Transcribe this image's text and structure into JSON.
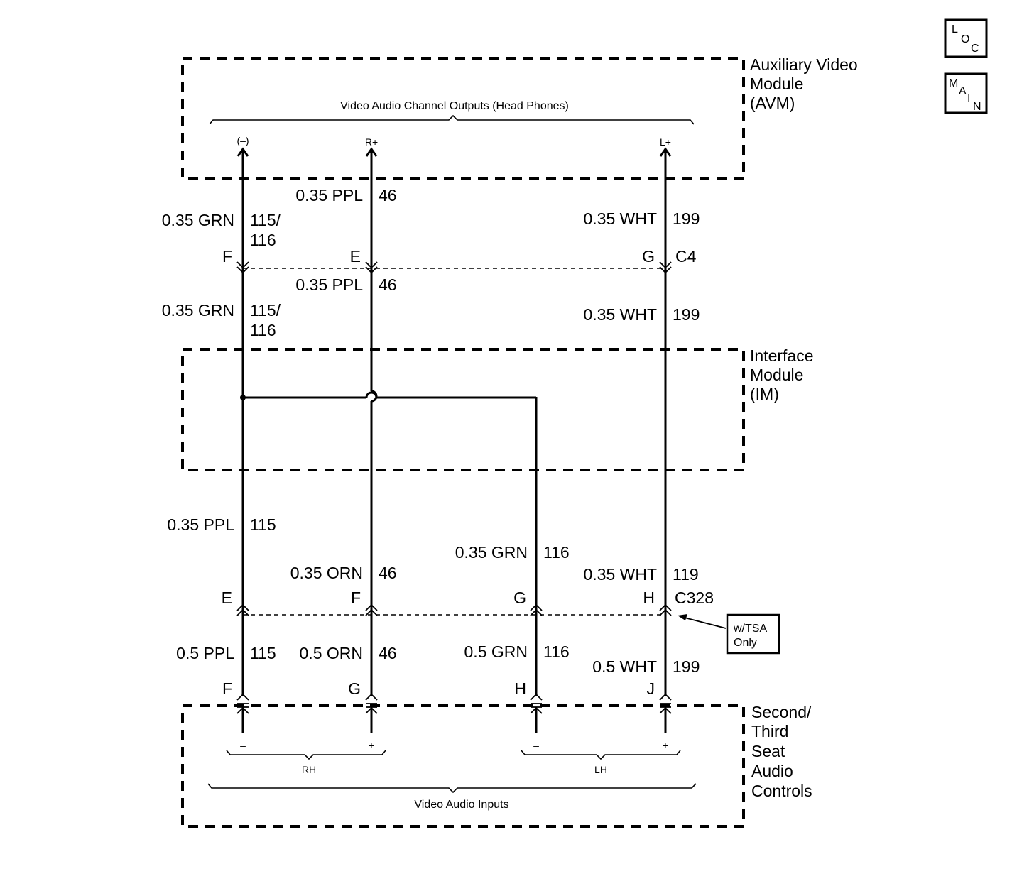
{
  "nav": {
    "loc": [
      "L",
      "O",
      "C"
    ],
    "main": [
      "M",
      "A",
      "I",
      "N"
    ]
  },
  "modules": {
    "avm": [
      "Auxiliary Video",
      "Module",
      "(AVM)"
    ],
    "im": [
      "Interface",
      "Module",
      "(IM)"
    ],
    "seat": [
      "Second/",
      "Third",
      "Seat",
      "Audio",
      "Controls"
    ]
  },
  "brackets": {
    "outputs": "Video Audio Channel Outputs (Head Phones)",
    "inputs": "Video Audio Inputs",
    "rh": "RH",
    "lh": "LH"
  },
  "pins_top": [
    "(–)",
    "R+",
    "L+"
  ],
  "pins_bottom": [
    "–",
    "+",
    "–",
    "+"
  ],
  "wires": {
    "a1": [
      "0.35 GRN",
      "115/",
      "116"
    ],
    "b1": [
      "0.35 PPL",
      "46"
    ],
    "d1": [
      "0.35 WHT",
      "199"
    ],
    "a2": [
      "0.35 GRN",
      "115/",
      "116"
    ],
    "b2": [
      "0.35 PPL",
      "46"
    ],
    "d2": [
      "0.35 WHT",
      "199"
    ],
    "a3": [
      "0.35 PPL",
      "115"
    ],
    "b3": [
      "0.35 ORN",
      "46"
    ],
    "c3": [
      "0.35 GRN",
      "116"
    ],
    "d3": [
      "0.35 WHT",
      "119"
    ],
    "a4": [
      "0.5 PPL",
      "115"
    ],
    "b4": [
      "0.5 ORN",
      "46"
    ],
    "c4": [
      "0.5 GRN",
      "116"
    ],
    "d4": [
      "0.5 WHT",
      "199"
    ]
  },
  "connectors": {
    "c4": {
      "name": "C4",
      "pins": [
        "F",
        "E",
        "G"
      ]
    },
    "c328": {
      "name": "C328",
      "pins": [
        "E",
        "F",
        "G",
        "H"
      ]
    },
    "seat": {
      "pins": [
        "F",
        "G",
        "H",
        "J"
      ]
    }
  },
  "note": [
    "w/TSA",
    "Only"
  ]
}
